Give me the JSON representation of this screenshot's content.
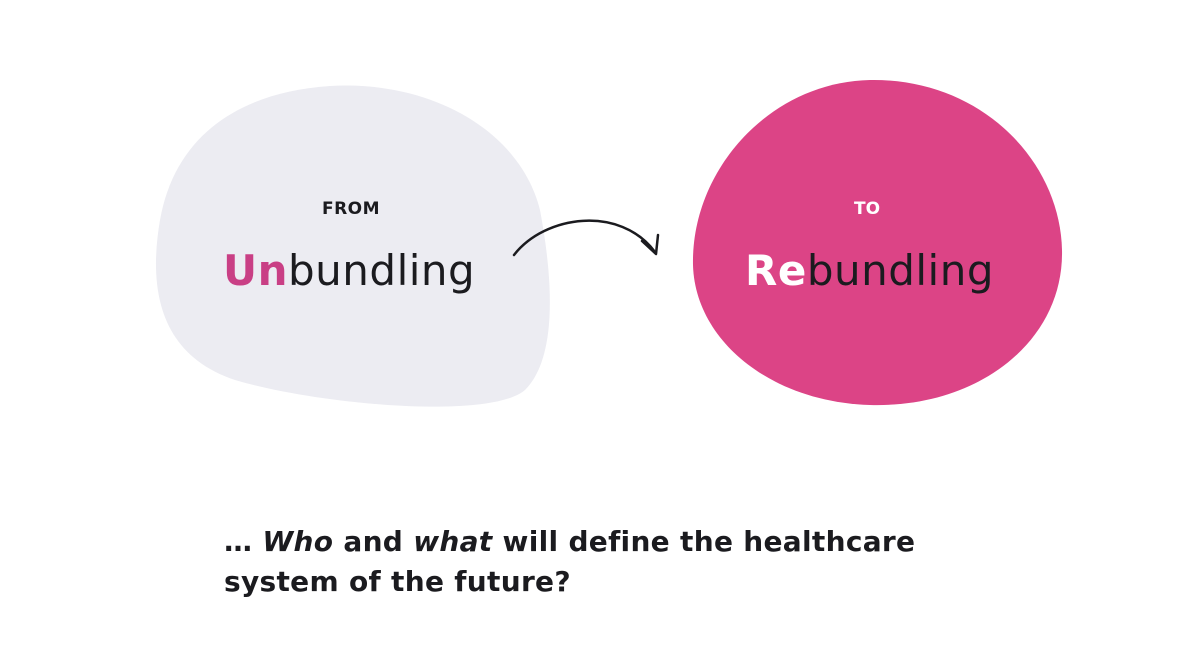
{
  "colors": {
    "background": "#ffffff",
    "left_blob": "#ececf2",
    "right_blob": "#dc4486",
    "accent": "#c93f85",
    "text": "#1b1b1f",
    "on_accent": "#ffffff"
  },
  "left": {
    "eyebrow": "FROM",
    "prefix": "Un",
    "suffix": "bundling"
  },
  "right": {
    "eyebrow": "TO",
    "prefix": "Re",
    "suffix": "bundling"
  },
  "connector": {
    "icon": "curved-arrow-right-icon"
  },
  "question": {
    "lead": "… ",
    "who": "Who",
    "and": " and ",
    "what": "what",
    "rest": " will define the healthcare system of the future?"
  }
}
